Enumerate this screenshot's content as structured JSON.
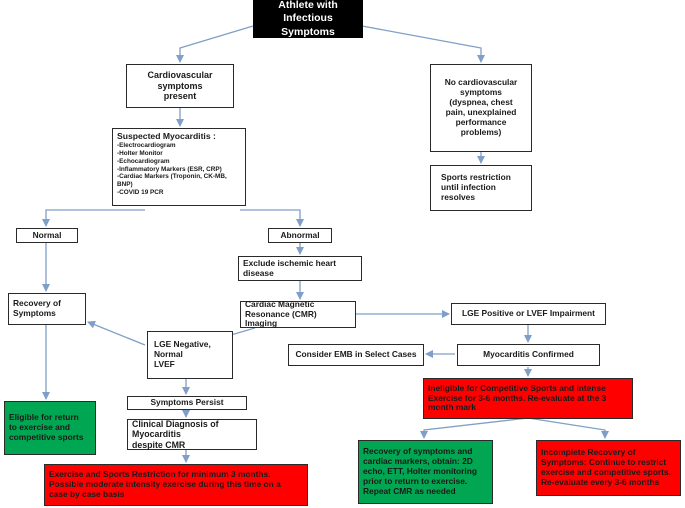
{
  "title": {
    "line1": "Athlete with Infectious",
    "line2": "Symptoms"
  },
  "cv_present": {
    "line1": "Cardiovascular",
    "line2": "symptoms",
    "line3": "present"
  },
  "no_cv": {
    "line1": "No cardiovascular",
    "line2": "symptoms",
    "line3": "(dyspnea, chest",
    "line4": "pain, unexplained",
    "line5": "performance",
    "line6": "problems)"
  },
  "sports_restriction": {
    "line1": "Sports restriction",
    "line2": "until infection",
    "line3": "resolves"
  },
  "suspected": {
    "heading": "Suspected Myocarditis :",
    "items": [
      "-Electrocardiogram",
      "-Holter Monitor",
      "-Echocardiogram",
      "-Inflammatory Markers (ESR, CRP)",
      "-Cardiac Markers (Troponin, CK-MB, BNP)",
      "-COVID 19 PCR"
    ]
  },
  "normal": "Normal",
  "abnormal": "Abnormal",
  "exclude": {
    "line1": "Exclude ischemic heart",
    "line2": "disease"
  },
  "recovery": {
    "line1": "Recovery of",
    "line2": "Symptoms"
  },
  "cmr": {
    "line1": "Cardiac Magnetic",
    "line2": "Resonance (CMR) Imaging"
  },
  "lge_pos": "LGE Positive or LVEF Impairment",
  "lge_neg": {
    "line1": "LGE Negative, Normal",
    "line2": "LVEF"
  },
  "emb": "Consider EMB in Select Cases",
  "confirmed": "Myocarditis Confirmed",
  "ineligible": {
    "line1": "Ineligible for Competitive Sports and intense",
    "line2": "Exercise for 3-6 months. Re-evaluate at the 3",
    "line3": "month mark"
  },
  "eligible": {
    "line1": "Eligible for return",
    "line2": "to exercise and",
    "line3": "competitive sports"
  },
  "persist": "Symptoms Persist",
  "clinical": {
    "line1": "Clinical Diagnosis of Myocarditis",
    "line2": "despite CMR"
  },
  "recovery_markers": {
    "line1": "Recovery of symptoms and",
    "line2": "cardiac markers, obtain: 2D",
    "line3": "echo, ETT, Holter monitoring",
    "line4": "prior to return to exercise.",
    "line5": "Repeat CMR as needed"
  },
  "incomplete": {
    "line1": "Incomplete Recovery of",
    "line2": "Symptoms: Continue to restrict",
    "line3": "exercise and competitive sports.",
    "line4": "Re-evaluate every 3-6 months"
  },
  "exercise_restriction": {
    "line1": "Exercise and Sports Restriction for minimum 3 months.",
    "line2": "Possible moderate intensity exercise during this time on a",
    "line3": "case by case basis"
  },
  "colors": {
    "arrow": "#7f9fc8",
    "red": "#ff0000",
    "green": "#00a651",
    "title_bg": "#000000"
  }
}
